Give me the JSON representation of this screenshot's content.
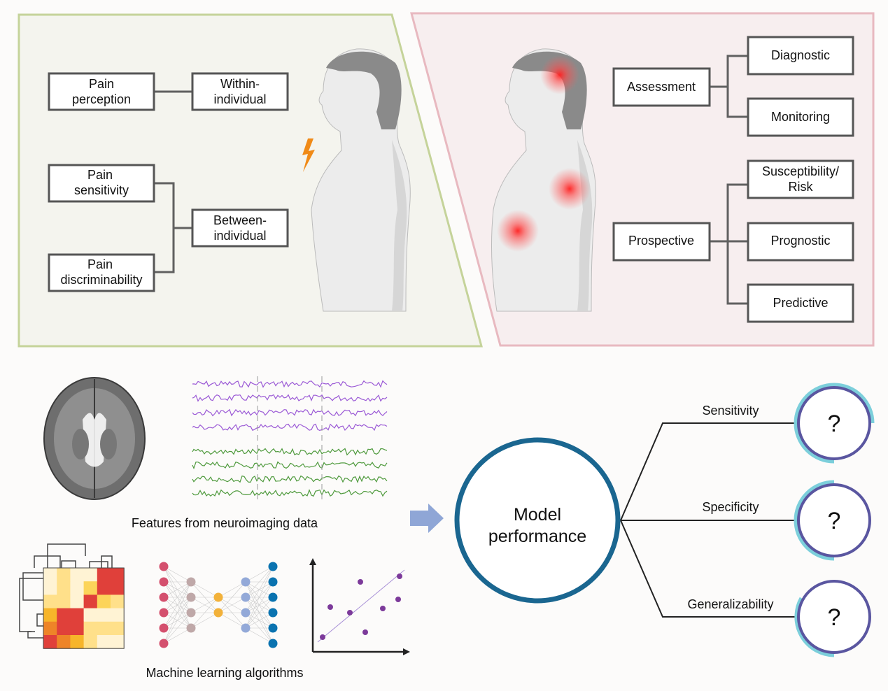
{
  "left_panel": {
    "boxes": {
      "pain_perception": [
        "Pain",
        "perception"
      ],
      "within_individual": [
        "Within-",
        "individual"
      ],
      "pain_sensitivity": [
        "Pain",
        "sensitivity"
      ],
      "pain_discriminability": [
        "Pain",
        "discriminability"
      ],
      "between_individual": [
        "Between-",
        "individual"
      ]
    },
    "border_color": "#c5d39a",
    "fill_color": "#f4f4ee"
  },
  "right_panel": {
    "boxes": {
      "assessment": "Assessment",
      "diagnostic": "Diagnostic",
      "monitoring": "Monitoring",
      "prospective": "Prospective",
      "susceptibility": [
        "Susceptibility/",
        "Risk"
      ],
      "prognostic": "Prognostic",
      "predictive": "Predictive"
    },
    "border_color": "#e8b9c0",
    "fill_color": "#f7eeef"
  },
  "features_caption": "Features from neuroimaging data",
  "ml_caption": "Machine learning algorithms",
  "model": {
    "label": [
      "Model",
      "performance"
    ],
    "color": "#1a6690"
  },
  "metrics": [
    {
      "label": "Sensitivity",
      "value": "?"
    },
    {
      "label": "Specificity",
      "value": "?"
    },
    {
      "label": "Generalizability",
      "value": "?"
    }
  ],
  "colors": {
    "eeg_top": "#9b5ad6",
    "eeg_bottom": "#4f9a3d",
    "arrow": "#8fa6d6",
    "metric_ring": "#5a56a0",
    "metric_accent": "#7ccfdb",
    "scatter": "#7c3a9a"
  }
}
